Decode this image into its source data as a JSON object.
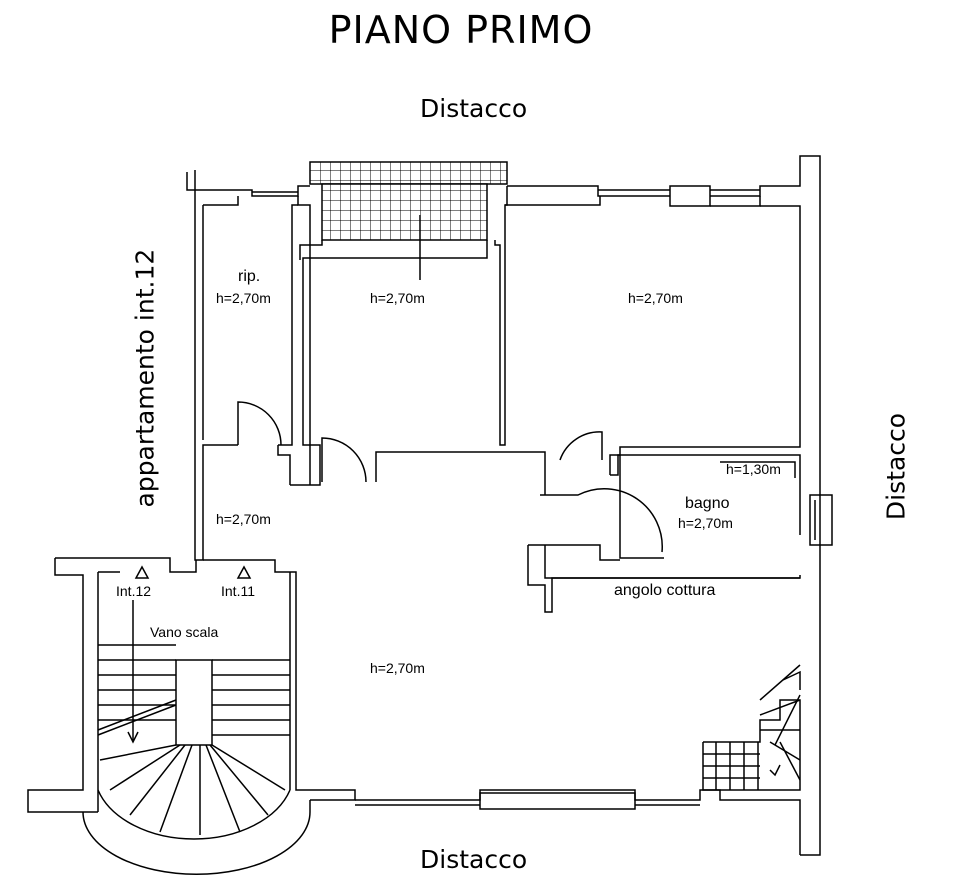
{
  "title": "PIANO PRIMO",
  "sides": {
    "top": "Distacco",
    "bottom": "Distacco",
    "right": "Distacco",
    "left": "appartamento int.12"
  },
  "rooms": {
    "ripostiglio_name": "rip.",
    "ripostiglio_height": "h=2,70m",
    "room_center_height": "h=2,70m",
    "room_right_height": "h=2,70m",
    "bagno_small_height": "h=1,30m",
    "bagno_name": "bagno",
    "bagno_height": "h=2,70m",
    "ingresso_height": "h=2,70m",
    "angolo_cottura": "angolo cottura",
    "soggiorno_height": "h=2,70m",
    "vano_scala": "Vano scala",
    "int12": "Int.12",
    "int11": "Int.11"
  }
}
